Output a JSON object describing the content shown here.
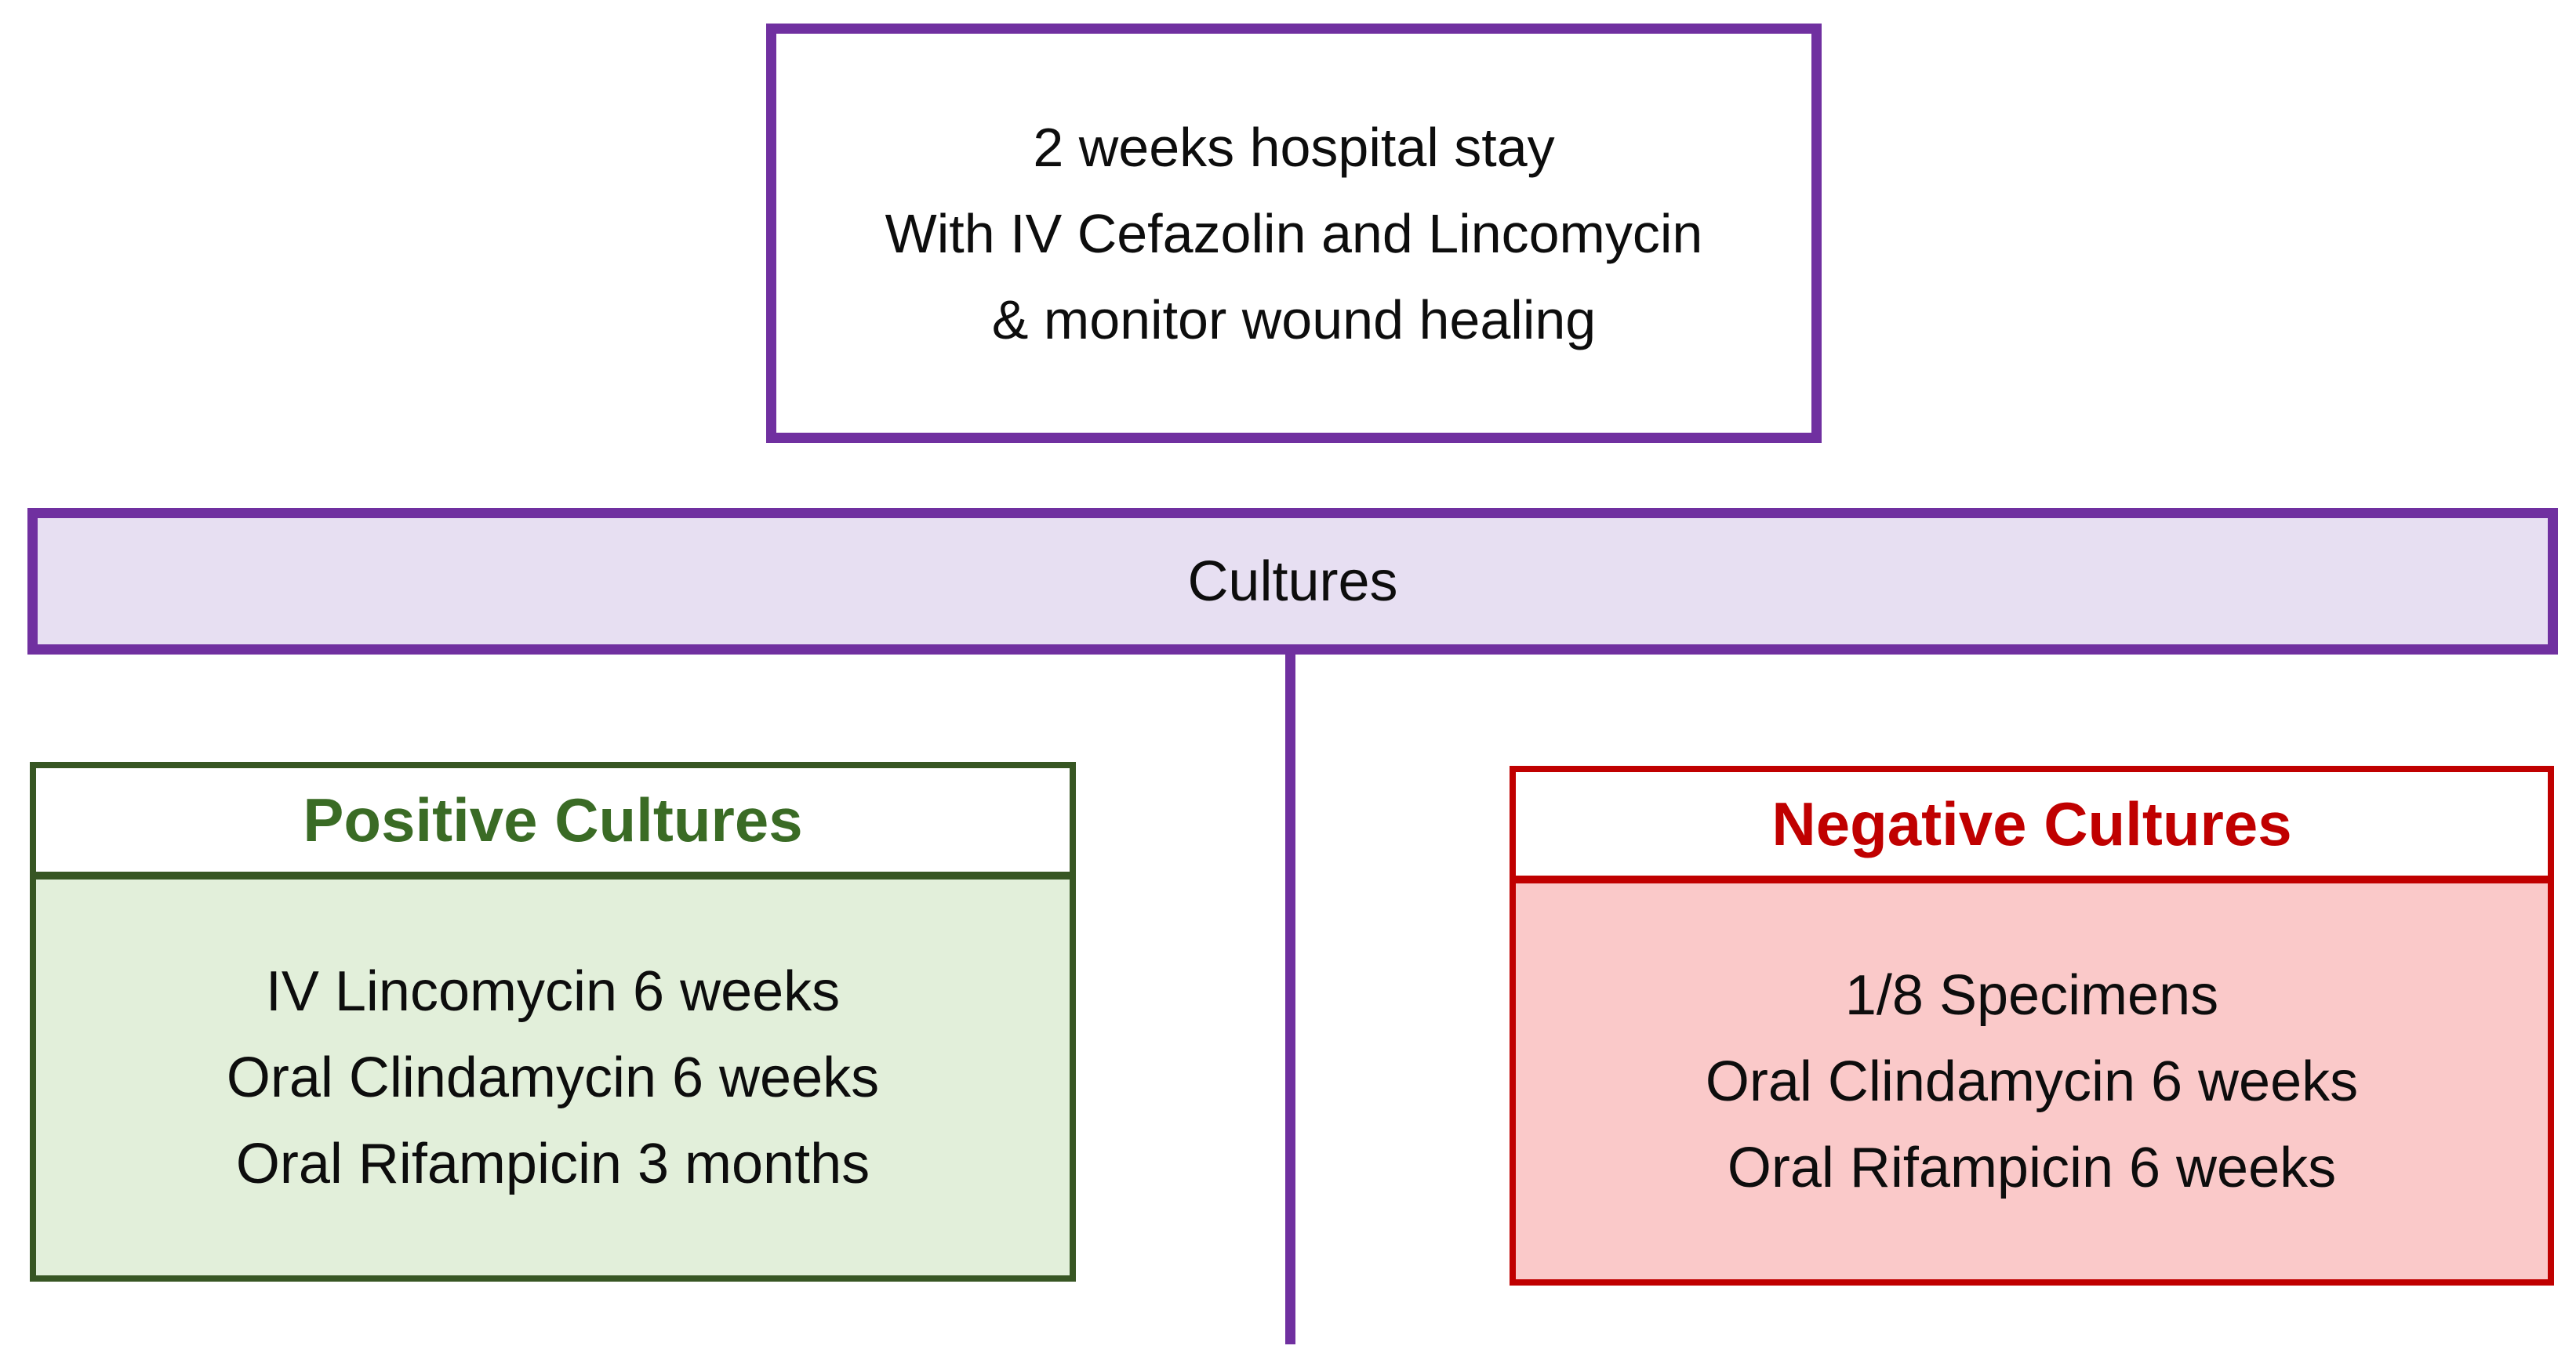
{
  "top_box": {
    "lines": [
      "2 weeks hospital stay",
      "With IV Cefazolin and Lincomycin",
      "& monitor wound healing"
    ]
  },
  "cultures_bar": {
    "label": "Cultures"
  },
  "positive_box": {
    "title": "Positive Cultures",
    "lines": [
      "IV Lincomycin 6 weeks",
      "Oral Clindamycin 6 weeks",
      "Oral Rifampicin 3 months"
    ]
  },
  "negative_box": {
    "title": "Negative Cultures",
    "lines": [
      "1/8 Specimens",
      "Oral Clindamycin 6 weeks",
      "Oral Rifampicin 6 weeks"
    ]
  },
  "colors": {
    "purple_border": "#7030A0",
    "purple_fill": "#E7DFF2",
    "green_border": "#375623",
    "green_title_text": "#3A6B25",
    "green_fill": "#E2EFDA",
    "red_border": "#C00000",
    "red_title_text": "#C00000",
    "red_fill": "#FAC9C9",
    "body_text": "#0d0d0d",
    "background": "#FFFFFF"
  }
}
